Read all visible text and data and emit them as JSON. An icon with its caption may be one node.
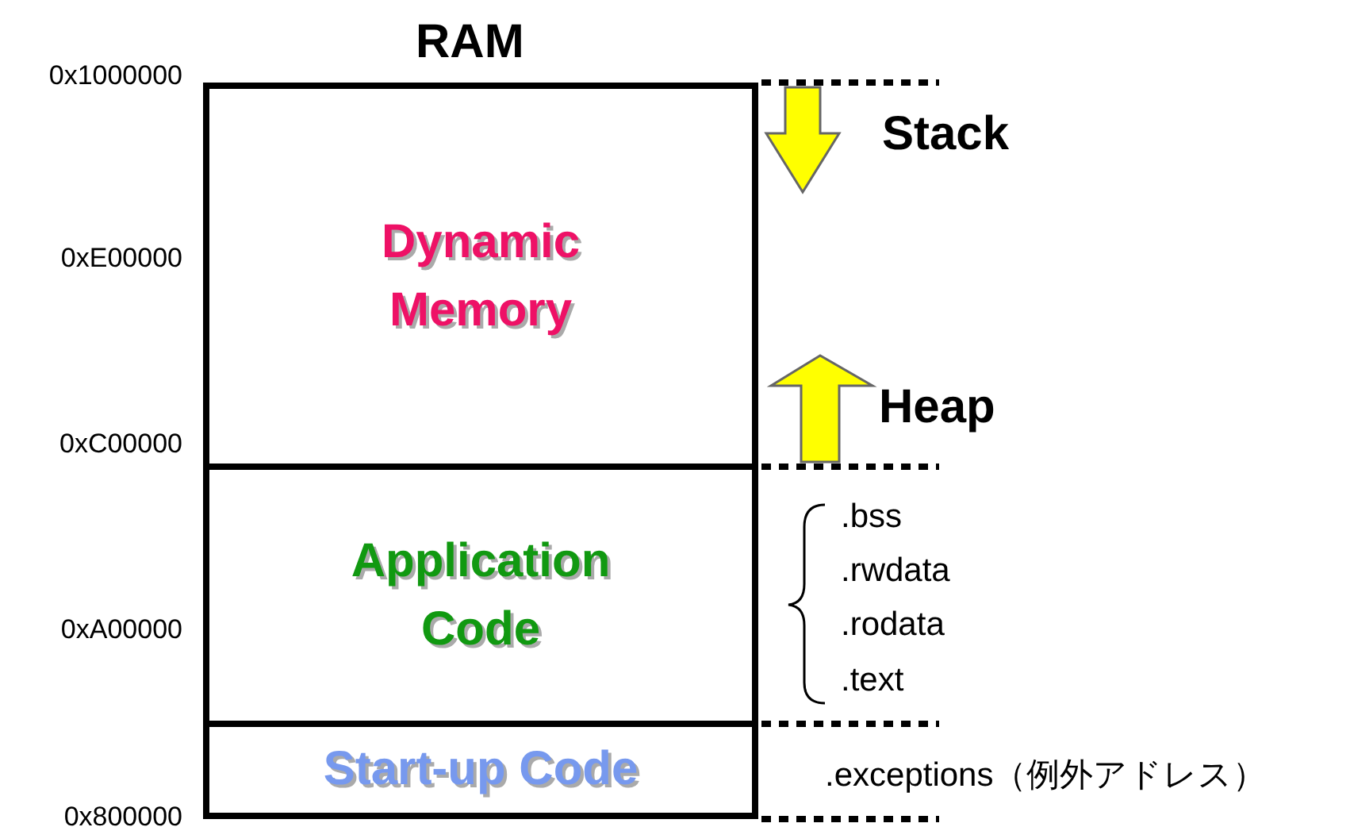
{
  "diagram": {
    "title": "RAM",
    "nodes": [
      {
        "text": [
          "Dynamic Memory"
        ]
      },
      {
        "text": [
          "Application Code"
        ]
      },
      {
        "text": [
          "Start-up Code"
        ]
      }
    ],
    "labels": [
      "0x1000000",
      "Stack",
      "0xE00000",
      "Heap",
      "0xC00000",
      ".bss",
      ".rwdata",
      ".rodata",
      "0xA00000",
      ".text",
      ".exceptions（例外アドレス）",
      "0x800000"
    ]
  }
}
